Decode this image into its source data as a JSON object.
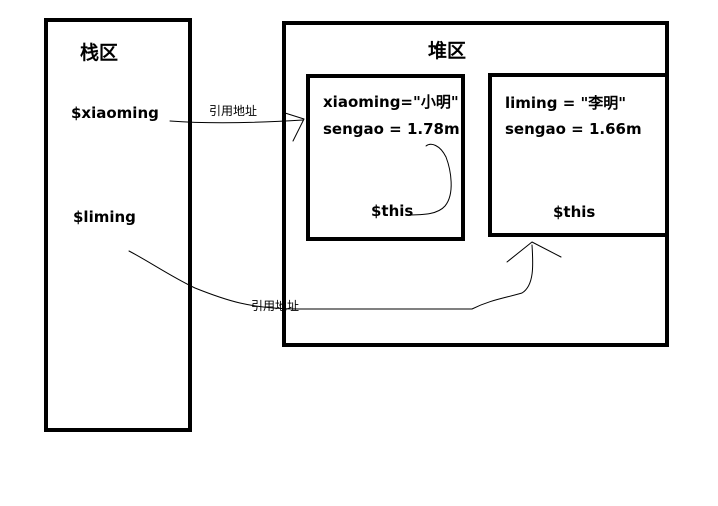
{
  "stack": {
    "title": "栈区",
    "vars": [
      "$xiaoming",
      "$liming"
    ]
  },
  "heap": {
    "title": "堆区",
    "objects": [
      {
        "name_line": "xiaoming=\"小明\"",
        "height_line": "sengao = 1.78m",
        "this_label": "$this"
      },
      {
        "name_line": "liming = \"李明\"",
        "height_line": "sengao = 1.66m",
        "this_label": "$this"
      }
    ]
  },
  "arrows": {
    "label_top": "引用地址",
    "label_bottom": "引用地址"
  }
}
